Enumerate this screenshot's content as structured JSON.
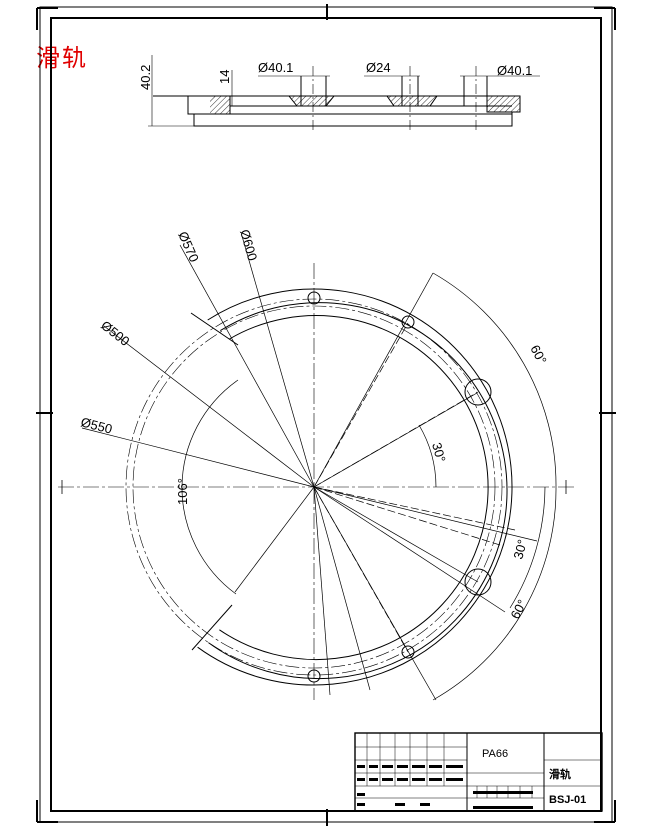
{
  "drawing": {
    "part_name_mark": "滑轨"
  },
  "section_view": {
    "dims": {
      "height_total": "40.2",
      "height_step": "14",
      "hole_left": "Ø40.1",
      "hole_center": "Ø24",
      "hole_right": "Ø40.1"
    }
  },
  "plan_view": {
    "dims": {
      "d570": "Ø570",
      "d600": "Ø600",
      "d500": "Ø500",
      "d550": "Ø550",
      "angle_106": "106°",
      "angle_30_upper": "30°",
      "angle_60_upper": "60°",
      "angle_30_lower": "30°",
      "angle_60_lower": "60°"
    }
  },
  "title_block": {
    "material": "PA66",
    "part_name": "滑轨",
    "drawing_number": "BSJ-01"
  },
  "colors": {
    "line": "#000000",
    "mark": "#e00000"
  }
}
